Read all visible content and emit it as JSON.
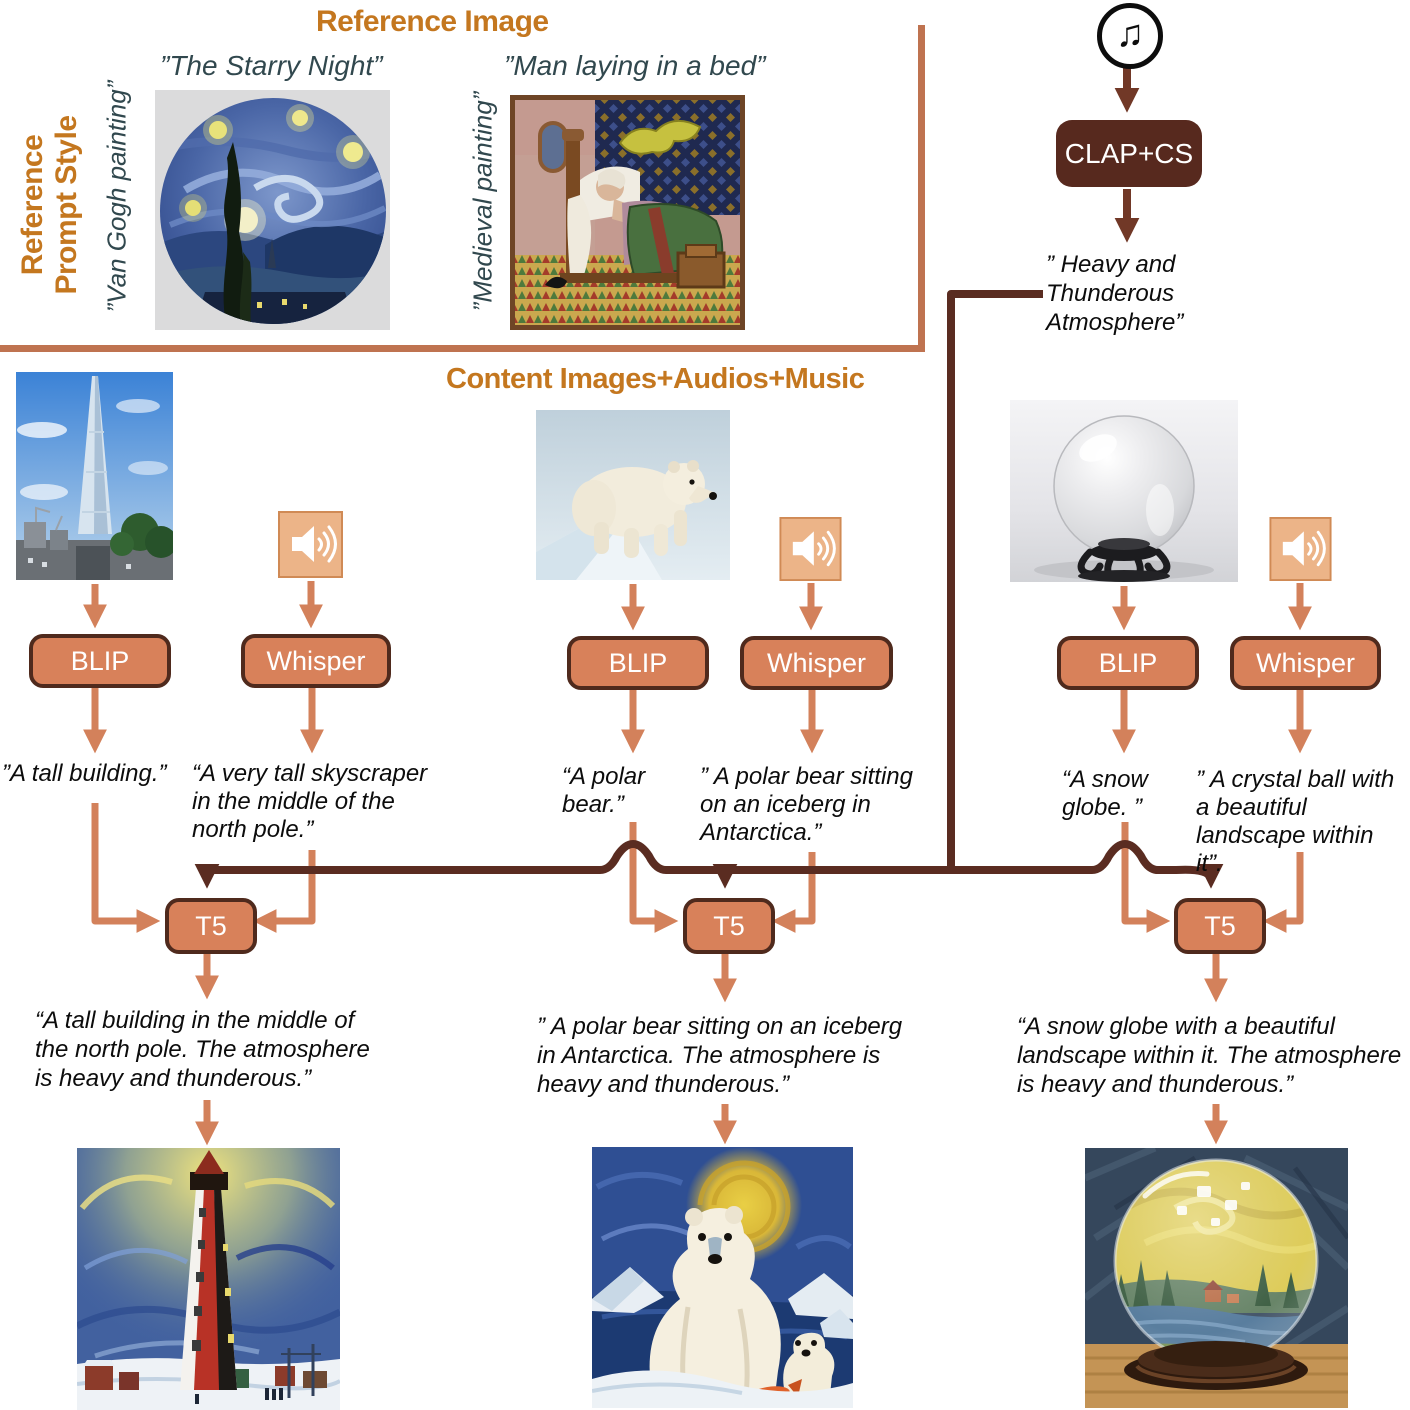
{
  "colors": {
    "header_orange": "#C4771F",
    "bracket_salmon": "#BF7350",
    "arrow_salmon": "#D3815B",
    "box_salmon": "#D8815A",
    "box_border": "#4F2A1D",
    "dark_brown_wire": "#5A2C21",
    "clap_box_brown": "#57291E",
    "reference_label_teal": "#31484E"
  },
  "reference_section": {
    "title": "Reference Image",
    "side_label": [
      "Reference",
      "Prompt Style"
    ],
    "items": [
      {
        "style_label": "”Van Gogh painting”",
        "caption": "”The Starry Night”"
      },
      {
        "style_label": "”Medieval painting”",
        "caption": "”Man laying in a bed”"
      }
    ]
  },
  "music_branch": {
    "music_note_glyph": "♫",
    "model_label": "CLAP+CS",
    "output_lines": [
      "” Heavy and",
      "Thunderous",
      "Atmosphere”"
    ]
  },
  "content_section": {
    "title": "Content Images+Audios+Music",
    "columns": [
      {
        "blip_label": "BLIP",
        "whisper_label": "Whisper",
        "t5_label": "T5",
        "blip_caption_lines": [
          "”A tall building.”"
        ],
        "whisper_caption_lines": [
          "“A very tall skyscraper",
          "in the middle of the",
          "north pole.”"
        ],
        "final_prompt_lines": [
          "“A tall building in the middle of",
          "the north pole. The atmosphere",
          "is heavy and thunderous.”"
        ]
      },
      {
        "blip_label": "BLIP",
        "whisper_label": "Whisper",
        "t5_label": "T5",
        "blip_caption_lines": [
          "“A polar",
          "bear.”"
        ],
        "whisper_caption_lines": [
          "” A polar bear sitting",
          "on an iceberg in",
          "Antarctica.”"
        ],
        "final_prompt_lines": [
          "” A polar bear sitting on an iceberg",
          "in Antarctica. The atmosphere is",
          "heavy and thunderous.”"
        ]
      },
      {
        "blip_label": "BLIP",
        "whisper_label": "Whisper",
        "t5_label": "T5",
        "blip_caption_lines": [
          "“A snow",
          "globe. ”"
        ],
        "whisper_caption_lines": [
          "” A crystal ball with",
          "a beautiful",
          "landscape within",
          "it”."
        ],
        "final_prompt_lines": [
          "“A snow globe with a beautiful",
          "landscape within it. The atmosphere",
          "is heavy and thunderous.”"
        ]
      }
    ]
  }
}
